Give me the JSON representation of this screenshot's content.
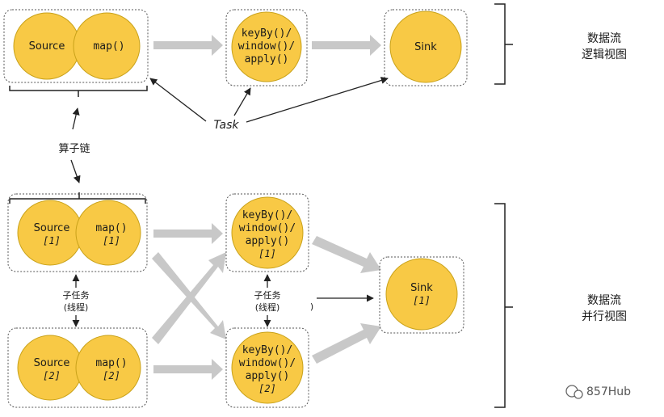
{
  "logical": {
    "source": "Source",
    "map": "map()",
    "keyby": [
      "keyBy()/",
      "window()/",
      "apply()"
    ],
    "sink": "Sink",
    "task_label": "Task",
    "view_label": [
      "数据流",
      "逻辑视图"
    ]
  },
  "chain_label": "算子链",
  "parallel": {
    "source1": [
      "Source",
      "[1]"
    ],
    "map1": [
      "map()",
      "[1]"
    ],
    "source2": [
      "Source",
      "[2]"
    ],
    "map2": [
      "map()",
      "[2]"
    ],
    "keyby1": [
      "keyBy()/",
      "window()/",
      "apply()",
      "[1]"
    ],
    "keyby2": [
      "keyBy()/",
      "window()/",
      "apply()",
      "[2]"
    ],
    "sink1": [
      "Sink",
      "[1]"
    ],
    "subtask_left": [
      "子任务",
      "(线程)"
    ],
    "subtask_mid": [
      "子任务",
      "(线程)"
    ],
    "paren": ")",
    "view_label": [
      "数据流",
      "并行视图"
    ]
  },
  "watermark": "857Hub",
  "colors": {
    "node": "#f8c945",
    "node_stroke": "#c9a21a",
    "arrow": "#c8c8c8",
    "box": "#555555"
  }
}
